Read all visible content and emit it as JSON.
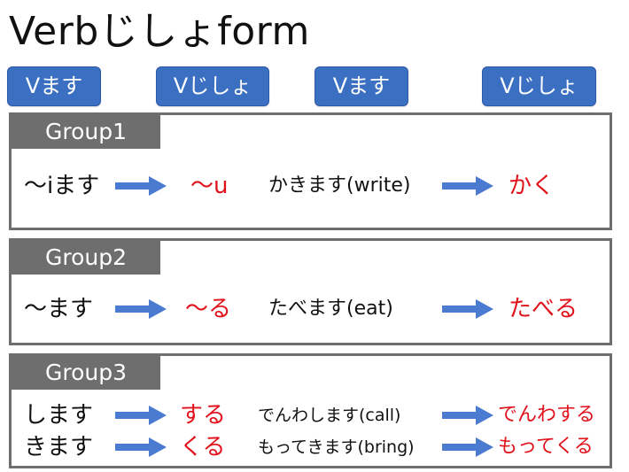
{
  "title": "Verbじしょform",
  "headers": [
    "Vます",
    "Vじしょ",
    "Vます",
    "Vじしょ"
  ],
  "groups": [
    {
      "label": "Group1",
      "rows": [
        {
          "pattern": "～iます",
          "pattern_result": "～u",
          "example": "かきます(write)",
          "example_result": "かく"
        }
      ]
    },
    {
      "label": "Group2",
      "rows": [
        {
          "pattern": "～ます",
          "pattern_result": "～る",
          "example": "たべます(eat)",
          "example_result": "たべる"
        }
      ]
    },
    {
      "label": "Group3",
      "rows": [
        {
          "pattern": "します",
          "pattern_result": "する",
          "example": "でんわします(call)",
          "example_result": "でんわする"
        },
        {
          "pattern": "きます",
          "pattern_result": "くる",
          "example": "もってきます(bring)",
          "example_result": "もってくる"
        }
      ]
    }
  ],
  "colors": {
    "header_blue": "#3b6fc2",
    "arrow_blue": "#4a7bd0",
    "group_gray": "#6e6e6e",
    "result_red": "#e0121b"
  },
  "icons": {
    "arrow": "right-arrow-icon"
  }
}
